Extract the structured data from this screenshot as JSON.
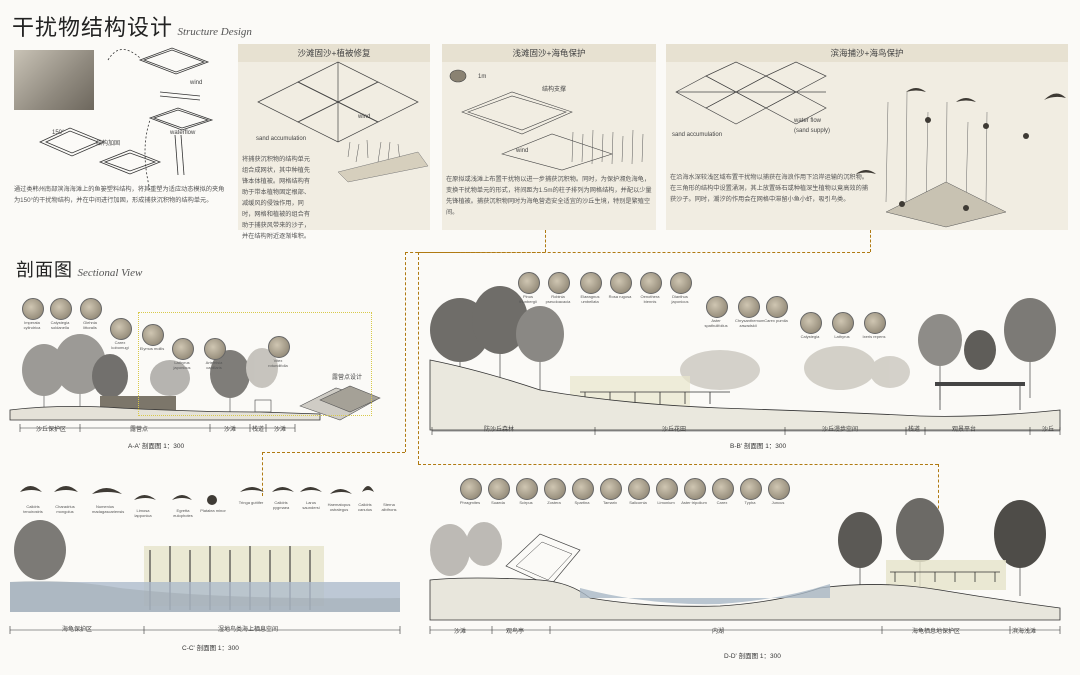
{
  "structure": {
    "title_cn": "干扰物结构设计",
    "title_en": "Structure Design",
    "intro": "通过类韩州南部滨海海滩上的鱼篓塑料结构，将其重塑为适应动态模拟的夹角为150°的干扰物结构，并在中间进行加固，形成捕获沉积物的结构单元。",
    "labels": {
      "angle": "150°",
      "reinforce": "结构加固",
      "wind": "wind",
      "waterflow": "waterflow"
    },
    "panels": [
      {
        "title": "沙滩固沙+植被修复",
        "desc": "将捕获沉积物的结构单元组合成网状，其中种植先锋本体植被。网格结构有助于带本植物固定根部、减缓风的侵蚀作用，同时，网格和植被的组合有助于捕获风带来的沙子，并在结构附近逐渐堆积。",
        "labels": [
          "sand accumulation",
          "wind"
        ]
      },
      {
        "title": "浅滩固沙+海龟保护",
        "desc": "在原拟或浅滩上布置干扰物以进一步捕获沉积物。同时，为保护濒危海龟，变换干扰物单元的形式，将间距为1.5m的柱子排列为网格结构，并配以少量先锋植被。捕获沉积物同时为海龟营造安全适宜的沙丘生境，特别是繁殖空间。",
        "labels": [
          "1m",
          "结构支撑",
          "wind"
        ]
      },
      {
        "title": "滨海捕沙+海鸟保护",
        "desc": "在沿海水深较浅区域布置干扰物以捕获在海浪作用下沿岸运输的沉积物。在三角形的结构中设置涌洞，其上放置砾石或种植深生植物以竟高效的捕获沙子。同时，潮汐的作用会在网格中滞留小鱼小虾，吸引鸟类。",
        "labels": [
          "sand accumulation",
          "water flow",
          "(sand supply)"
        ]
      }
    ]
  },
  "section": {
    "title_cn": "剖面图",
    "title_en": "Sectional View"
  },
  "aa": {
    "caption": "A-A' 剖面图 1：300",
    "zones": [
      "沙丘保护区",
      "露营点",
      "沙滩",
      "栈道",
      "沙滩"
    ],
    "camp_label": "露营点设计",
    "species": [
      "Imperata cylindrica",
      "Calystegia soldanella",
      "Glehnia littoralis",
      "Carex kobomugi",
      "Elymus mollis",
      "Lathyrus japonicus",
      "Artemisia capillaris",
      "Vitex rotundifolia"
    ]
  },
  "bb": {
    "caption": "B-B' 剖面图 1：300",
    "zones": [
      "防沙丘森林",
      "沙丘花田",
      "沙丘漫步空间",
      "栈道",
      "观景平台",
      "沙丘"
    ],
    "species": [
      "Pinus thunbergii",
      "Robinia pseudoacacia",
      "Elaeagnus umbellata",
      "Rosa rugosa",
      "Oenothera biennis",
      "Dianthus japonicus",
      "Aster spathulifolius",
      "Chrysanthemum zawadskii",
      "Carex pumila",
      "Calystegia",
      "Lathyrus",
      "Ixeris repens"
    ]
  },
  "cc": {
    "caption": "C-C' 剖面图 1：300",
    "zones": [
      "海龟保护区",
      "湿地鸟类海上栖息空间"
    ],
    "birds": [
      "Calidris tenuirostris",
      "Charadrius mongolus",
      "Numenius madagascariensis",
      "Limosa lapponica",
      "Egretta eulophotes",
      "Platalea minor",
      "Tringa guttifer",
      "Calidris pygmaea",
      "Larus saundersi",
      "Haematopus ostralegus",
      "Calidris canutus",
      "Sterna albifrons"
    ]
  },
  "dd": {
    "caption": "D-D' 剖面图 1：300",
    "zones": [
      "沙滩",
      "观鸟亭",
      "内湖",
      "海龟栖息地保护区",
      "滨海浅滩"
    ],
    "species": [
      "Phragmites",
      "Suaeda",
      "Scirpus",
      "Zostera",
      "Spartina",
      "Tamarix",
      "Salicornia",
      "Limonium",
      "Aster tripolium",
      "Carex",
      "Typha",
      "Juncus"
    ]
  }
}
